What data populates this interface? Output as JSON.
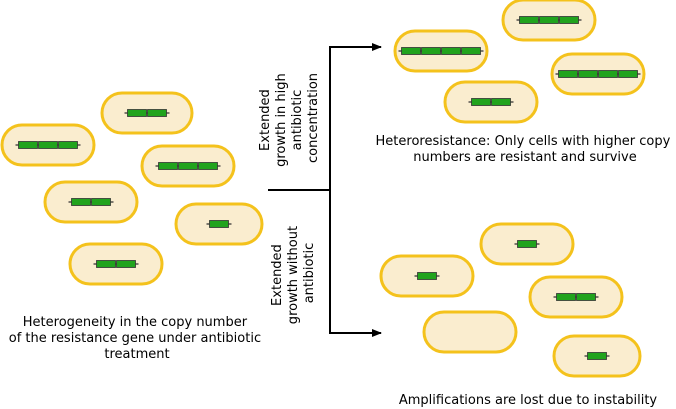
{
  "colors": {
    "cell_fill": "#faedcf",
    "cell_stroke": "#f4c21c",
    "gene_fill": "#21a31d",
    "gene_stroke": "#333333",
    "line": "#000000"
  },
  "left": {
    "caption_lines": [
      "Heterogeneity in the copy number",
      "of the resistance gene under antibiotic",
      "treatment"
    ],
    "cells": [
      {
        "copies": 2
      },
      {
        "copies": 3
      },
      {
        "copies": 3
      },
      {
        "copies": 2
      },
      {
        "copies": 1
      },
      {
        "copies": 2
      }
    ]
  },
  "top_branch": {
    "label_lines": [
      "Extended",
      "growth in high",
      "antibiotic",
      "concentration"
    ],
    "caption_lines": [
      "Heteroresistance: Only cells with higher copy",
      "numbers are resistant and survive"
    ],
    "cells": [
      {
        "copies": 4
      },
      {
        "copies": 3
      },
      {
        "copies": 4
      },
      {
        "copies": 2
      }
    ]
  },
  "bottom_branch": {
    "label_lines": [
      "Extended",
      "growth without",
      "antibiotic"
    ],
    "caption_lines": [
      "Amplifications are lost due to instability"
    ],
    "cells": [
      {
        "copies": 1
      },
      {
        "copies": 1
      },
      {
        "copies": 2
      },
      {
        "copies": 0
      },
      {
        "copies": 1
      }
    ]
  }
}
